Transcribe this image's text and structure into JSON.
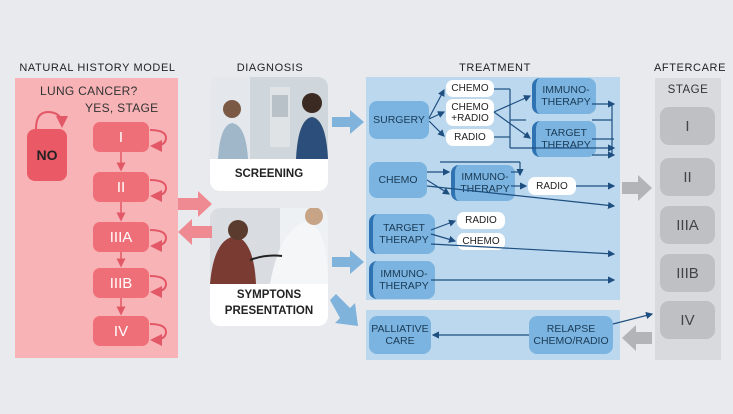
{
  "headers": {
    "natural_history": "NATURAL HISTORY MODEL",
    "diagnosis": "DIAGNOSIS",
    "treatment": "TREATMENT",
    "aftercare": "AFTERCARE"
  },
  "natural_history": {
    "question_line1": "LUNG CANCER?",
    "question_line2": "YES, STAGE",
    "no_label": "NO",
    "stages": [
      "I",
      "II",
      "IIIA",
      "IIIB",
      "IV"
    ]
  },
  "diagnosis": {
    "screening_label": "SCREENING",
    "symptoms_label_line1": "SYMPTONS",
    "symptoms_label_line2": "PRESENTATION"
  },
  "treatment": {
    "surgery": "SURGERY",
    "chemo_w1": "CHEMO",
    "chemo_radio_line1": "CHEMO",
    "chemo_radio_line2": "+RADIO",
    "radio_w1": "RADIO",
    "immuno_1_line1": "IMMUNO-",
    "immuno_1_line2": "THERAPY",
    "target_1_line1": "TARGET",
    "target_1_line2": "THERAPY",
    "chemo_main": "CHEMO",
    "immuno_2_line1": "IMMUNO-",
    "immuno_2_line2": "THERAPY",
    "radio_w2": "RADIO",
    "target_main_line1": "TARGET",
    "target_main_line2": "THERAPY",
    "radio_w3": "RADIO",
    "chemo_w2": "CHEMO",
    "immuno_main_line1": "IMMUNO-",
    "immuno_main_line2": "THERAPY",
    "palliative_line1": "PALLIATIVE",
    "palliative_line2": "CARE",
    "relapse_line1": "RELAPSE",
    "relapse_line2": "CHEMO/RADIO"
  },
  "aftercare": {
    "stage_label": "STAGE",
    "stages": [
      "I",
      "II",
      "IIIA",
      "IIIB",
      "IV"
    ]
  },
  "colors": {
    "red_panel": "#f7b3b6",
    "stage_red": "#ef6f78",
    "no_red": "#ea5a66",
    "blue_panel": "#bcd8ee",
    "blue_box": "#7bb4e0",
    "blue_accent": "#2f73b3",
    "arrow_blue": "#7fb3db",
    "arrow_red": "#f08a92",
    "gray_panel": "#d9dadd",
    "gray_box": "#bfc0c3"
  },
  "icons": [
    "photo-screening",
    "photo-symptoms",
    "arrow-right",
    "arrow-left",
    "loop-arrow"
  ]
}
